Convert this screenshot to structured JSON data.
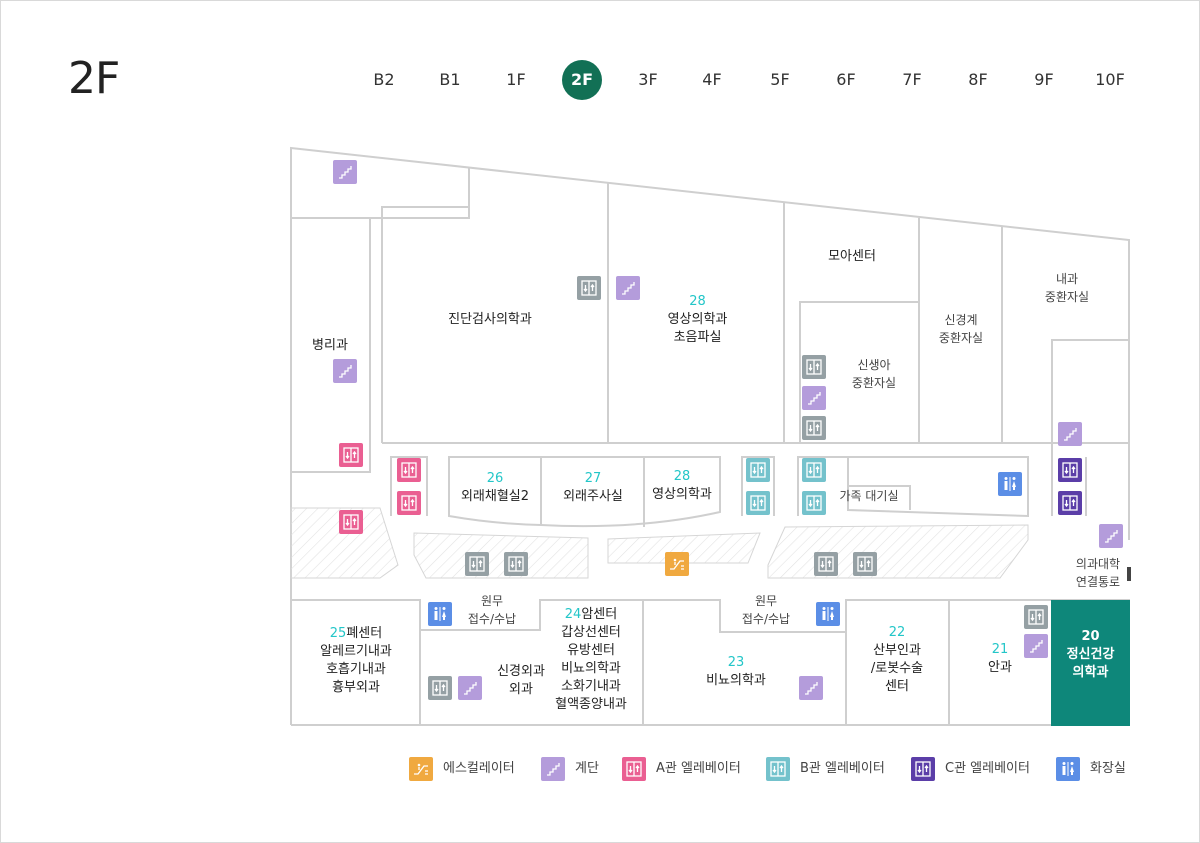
{
  "floor_title": "2F",
  "floors": [
    "B2",
    "B1",
    "1F",
    "2F",
    "3F",
    "4F",
    "5F",
    "6F",
    "7F",
    "8F",
    "9F",
    "10F"
  ],
  "current_floor": "2F",
  "colors": {
    "active_floor": "#127055",
    "highlight_room": "#0e877a",
    "room_number": "#23c6c8",
    "escalator": "#f0a940",
    "stairs": "#b49cdb",
    "elevator_a": "#ea5f92",
    "elevator_b": "#74c2cc",
    "elevator_c": "#5b3ea8",
    "elevator_gray": "#95a0a4",
    "restroom": "#5b8ee6"
  },
  "rooms": {
    "pathology": {
      "name": "병리과"
    },
    "lab_medicine": {
      "name": "진단검사의학과"
    },
    "radiology_us": {
      "num": "28",
      "line1": "영상의학과",
      "line2": "초음파실"
    },
    "moa_center": {
      "name": "모아센터"
    },
    "nicu_line1": "신생아",
    "nicu_line2": "중환자실",
    "neuro_icu_line1": "신경계",
    "neuro_icu_line2": "중환자실",
    "medical_icu_line1": "내과",
    "medical_icu_line2": "중환자실",
    "blood_draw": {
      "num": "26",
      "name": "외래채혈실2"
    },
    "injection": {
      "num": "27",
      "name": "외래주사실"
    },
    "radiology": {
      "num": "28",
      "name": "영상의학과"
    },
    "family_lounge": "가족 대기실",
    "medschool_link_line1": "의과대학",
    "medschool_link_line2": "연결통로",
    "admin_left_line1": "원무",
    "admin_left_line2": "접수/수납",
    "admin_right_line1": "원무",
    "admin_right_line2": "접수/수납",
    "lung_center": {
      "num": "25",
      "name": "폐센터",
      "l2": "알레르기내과",
      "l3": "호흡기내과",
      "l4": "흉부외과"
    },
    "neurosurgery": {
      "l1": "신경외과",
      "l2": "외과"
    },
    "cancer_center": {
      "num": "24",
      "name": "암센터",
      "l2": "갑상선센터",
      "l3": "유방센터",
      "l4": "비뇨의학과",
      "l5": "소화기내과",
      "l6": "혈액종양내과"
    },
    "urology": {
      "num": "23",
      "name": "비뇨의학과"
    },
    "obgyn": {
      "num": "22",
      "l1": "산부인과",
      "l2": "/로봇수술",
      "l3": "센터"
    },
    "ophthalmology": {
      "num": "21",
      "name": "안과"
    },
    "psychiatry": {
      "num": "20",
      "l1": "정신건강",
      "l2": "의학과"
    }
  },
  "legend": [
    {
      "icon": "escalator-icon",
      "label": "에스컬레이터"
    },
    {
      "icon": "stairs-icon",
      "label": "계단"
    },
    {
      "icon": "elevator-a-icon",
      "label": "A관 엘레베이터"
    },
    {
      "icon": "elevator-b-icon",
      "label": "B관 엘레베이터"
    },
    {
      "icon": "elevator-c-icon",
      "label": "C관 엘레베이터"
    },
    {
      "icon": "restroom-icon",
      "label": "화장실"
    }
  ]
}
